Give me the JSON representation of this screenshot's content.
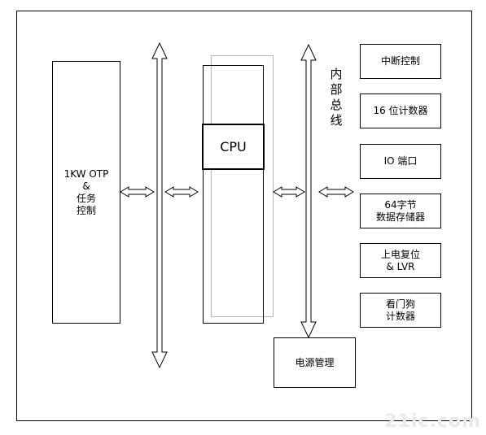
{
  "blocks": {
    "otp": "1KW OTP\n&\n任务\n控制",
    "cpu": "CPU",
    "bus": "内部总线",
    "interrupt": "中断控制",
    "counter16": "16 位计数器",
    "io": "IO 端口",
    "memory": "64字节\n数据存储器",
    "reset": "上电复位\n& LVR",
    "watchdog": "看门狗\n计数器",
    "power": "电源管理"
  },
  "watermark": "21ic.com"
}
